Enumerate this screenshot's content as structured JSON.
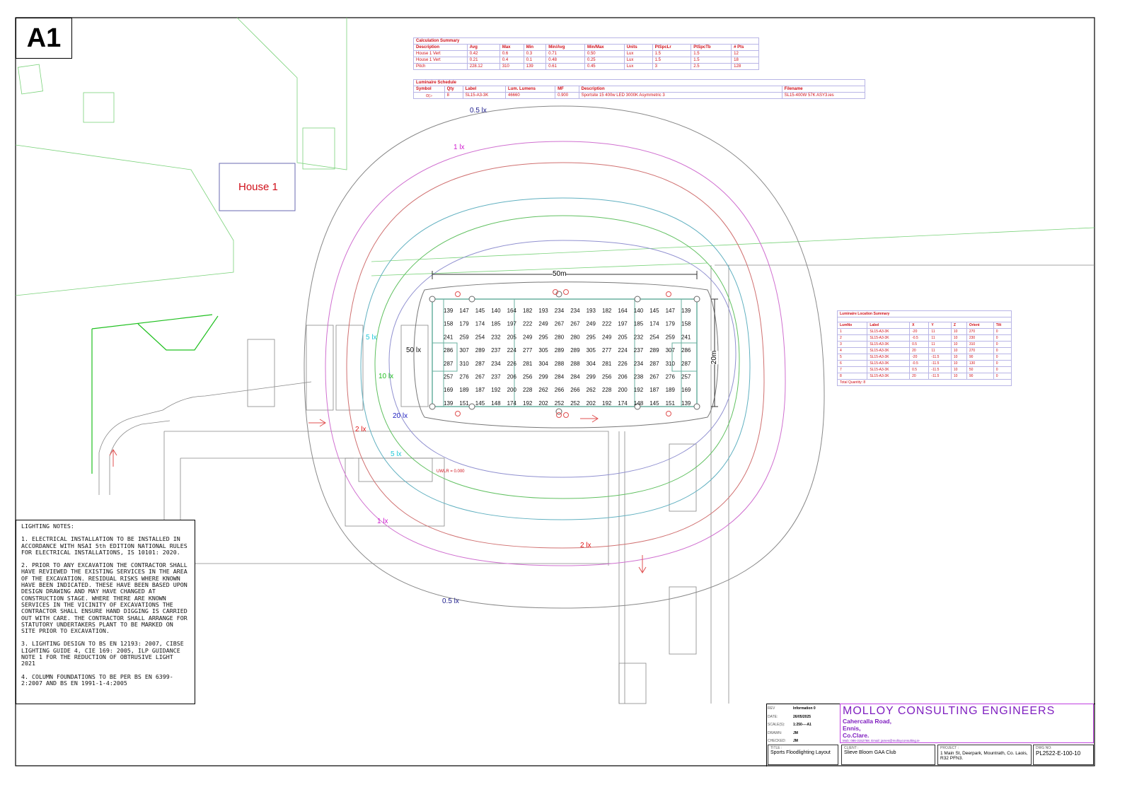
{
  "sheet_size": "A1",
  "calculation_summary": {
    "title": "Calculation Summary",
    "headers": [
      "Description",
      "Avg",
      "Max",
      "Min",
      "Min/Avg",
      "Min/Max",
      "Units",
      "PtSpcLr",
      "PtSpcTb",
      "# Pts"
    ],
    "rows": [
      [
        "House 1 Vert",
        "0.42",
        "0.6",
        "0.3",
        "0.71",
        "0.50",
        "Lux",
        "1.5",
        "1.5",
        "12"
      ],
      [
        "House 1 Vert",
        "0.21",
        "0.4",
        "0.1",
        "0.48",
        "0.25",
        "Lux",
        "1.5",
        "1.5",
        "18"
      ],
      [
        "Pitch",
        "228.12",
        "310",
        "139",
        "0.61",
        "0.45",
        "Lux",
        "3",
        "2.5",
        "128"
      ]
    ]
  },
  "luminaire_schedule": {
    "title": "Luminaire Schedule",
    "headers": [
      "Symbol",
      "Qty",
      "Label",
      "Lum. Lumens",
      "MF",
      "Description",
      "Filename"
    ],
    "row": {
      "symbol": "floodlight-symbol-icon",
      "qty": "8",
      "label": "SL15-A3-3K",
      "lumens": "46660",
      "mf": "0.900",
      "description": "Sportsite 15 400w LED 3000K Asymmetric 3",
      "filename": "SL15-400W 57K ASY3.ies"
    }
  },
  "luminaire_location_summary": {
    "title": "Luminaire Location Summary",
    "headers": [
      "LumNo",
      "Label",
      "X",
      "Y",
      "Z",
      "Orient",
      "Tilt"
    ],
    "rows": [
      [
        "1",
        "SL15-A3-3K",
        "-20",
        "11",
        "10",
        "270",
        "0"
      ],
      [
        "2",
        "SL15-A3-3K",
        "-0.5",
        "11",
        "10",
        "230",
        "0"
      ],
      [
        "3",
        "SL15-A3-3K",
        "0.5",
        "11",
        "10",
        "310",
        "0"
      ],
      [
        "4",
        "SL15-A3-3K",
        "20",
        "11",
        "10",
        "270",
        "0"
      ],
      [
        "5",
        "SL15-A3-3K",
        "-20",
        "-11.5",
        "10",
        "90",
        "0"
      ],
      [
        "6",
        "SL15-A3-3K",
        "-0.5",
        "-11.5",
        "10",
        "130",
        "0"
      ],
      [
        "7",
        "SL15-A3-3K",
        "0.5",
        "-11.5",
        "10",
        "50",
        "0"
      ],
      [
        "8",
        "SL15-A3-3K",
        "20",
        "-11.5",
        "10",
        "90",
        "0"
      ]
    ],
    "total": "Total Quantity: 8"
  },
  "pitch": {
    "length_label": "50m",
    "width_label": "20m",
    "grid": [
      [
        139,
        147,
        145,
        140,
        164,
        182,
        193,
        234,
        234,
        193,
        182,
        164,
        140,
        145,
        147,
        139
      ],
      [
        158,
        179,
        174,
        185,
        197,
        222,
        249,
        267,
        267,
        249,
        222,
        197,
        185,
        174,
        179,
        158
      ],
      [
        241,
        259,
        254,
        232,
        205,
        249,
        295,
        280,
        280,
        295,
        249,
        205,
        232,
        254,
        259,
        241
      ],
      [
        286,
        307,
        289,
        237,
        224,
        277,
        305,
        289,
        289,
        305,
        277,
        224,
        237,
        289,
        307,
        286
      ],
      [
        287,
        310,
        287,
        234,
        226,
        281,
        304,
        288,
        288,
        304,
        281,
        226,
        234,
        287,
        310,
        287
      ],
      [
        257,
        276,
        267,
        237,
        206,
        256,
        299,
        284,
        284,
        299,
        256,
        206,
        238,
        267,
        276,
        257
      ],
      [
        169,
        189,
        187,
        192,
        200,
        228,
        262,
        266,
        266,
        262,
        228,
        200,
        192,
        187,
        189,
        169
      ],
      [
        139,
        151,
        145,
        148,
        174,
        192,
        202,
        252,
        252,
        202,
        192,
        174,
        148,
        145,
        151,
        139
      ]
    ]
  },
  "site": {
    "house_label": "House 1",
    "umlr_label": "UWLR = 0.000"
  },
  "contours": {
    "labels": [
      {
        "text": "0.5 lx",
        "color": "#1a1a8a"
      },
      {
        "text": "1 lx",
        "color": "#d020d0"
      },
      {
        "text": "5 lx",
        "color": "#20c8d8"
      },
      {
        "text": "50 lx",
        "color": "#111111"
      },
      {
        "text": "10 lx",
        "color": "#20c020"
      },
      {
        "text": "20 lx",
        "color": "#2020c0"
      },
      {
        "text": "2 lx",
        "color": "#e01a1a"
      },
      {
        "text": "5 lx",
        "color": "#20c8d8"
      },
      {
        "text": "1 lx",
        "color": "#d020d0"
      },
      {
        "text": "2 lx",
        "color": "#e01a1a"
      },
      {
        "text": "0.5 lx",
        "color": "#1a1a8a"
      }
    ]
  },
  "notes": {
    "title": "LIGHTING NOTES:",
    "items": [
      "1. ELECTRICAL INSTALLATION TO BE INSTALLED IN ACCORDANCE WITH NSAI 5th EDITION NATIONAL RULES FOR ELECTRICAL INSTALLATIONS, IS 10101: 2020.",
      "2. PRIOR TO ANY EXCAVATION THE CONTRACTOR SHALL HAVE REVIEWED THE EXISTING SERVICES IN THE AREA OF THE EXCAVATION. RESIDUAL RISKS WHERE KNOWN HAVE BEEN INDICATED. THESE HAVE BEEN BASED UPON DESIGN DRAWING AND MAY HAVE CHANGED AT CONSTRUCTION STAGE. WHERE THERE ARE KNOWN SERVICES IN THE VICINITY OF EXCAVATIONS THE CONTRACTOR SHALL ENSURE HAND DIGGING IS CARRIED OUT WITH CARE. THE CONTRACTOR SHALL ARRANGE FOR STATUTORY UNDERTAKERS PLANT TO BE MARKED ON SITE PRIOR TO EXCAVATION.",
      "3. LIGHTING DESIGN TO BS EN 12193: 2007, CIBSE LIGHTING GUIDE 4, CIE 169: 2005, ILP GUIDANCE NOTE 1 FOR THE REDUCTION OF OBTRUSIVE LIGHT 2021",
      "4. COLUMN FOUNDATIONS TO BE PER BS EN 6399-2:2007 AND BS EN 1991-1-4:2005"
    ]
  },
  "title_block": {
    "rev": {
      "label": "REV",
      "value": "Information 0"
    },
    "date": {
      "label": "DATE:",
      "value": "26/05/2025"
    },
    "scale": {
      "label": "SCALE(S):",
      "value": "1:250----A1"
    },
    "drawn": {
      "label": "DRAWN:",
      "value": "JM"
    },
    "checked": {
      "label": "CHECKED:",
      "value": "JM"
    },
    "company": "MOLLOY CONSULTING ENGINEERS",
    "address": [
      "Cahercalla Road,",
      "Ennis,",
      "Co.Clare."
    ],
    "contact": "Mob: 086-3152768.  Email: james@molloyconsulting.ie",
    "title_label": "TITLE :",
    "title": "Sports Floodlighting Layout",
    "client_label": "CLIENT :",
    "client": "Slieve Bloom GAA Club",
    "project_label": "PROJECT :",
    "project": "1 Main St, Deerpark, Mountrath, Co. Laois, R32 PFN3.",
    "dwg_label": "DWG NO:",
    "dwg_no": "PL2522-E-100-10"
  }
}
